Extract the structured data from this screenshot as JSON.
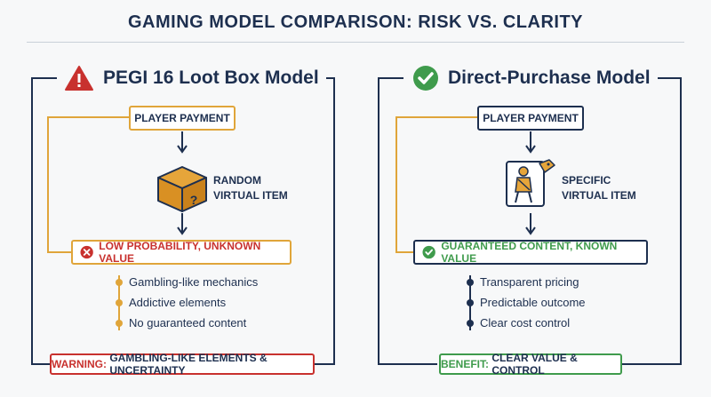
{
  "title": "GAMING MODEL COMPARISON: RISK VS. CLARITY",
  "left": {
    "heading": "PEGI 16 Loot Box Model",
    "icon": "warning-triangle-icon",
    "payment": "PLAYER PAYMENT",
    "item_line1": "RANDOM",
    "item_line2": "VIRTUAL ITEM",
    "item_icon": "mystery-box-icon",
    "result": "LOW PROBABILITY, UNKNOWN VALUE",
    "result_icon": "x-circle-icon",
    "bullets": [
      "Gambling-like mechanics",
      "Addictive elements",
      "No guaranteed content"
    ],
    "footer_key": "WARNING:",
    "footer_text": "GAMBLING-LIKE ELEMENTS & UNCERTAINTY",
    "accent": "#e0a53a",
    "alert": "#c8312e"
  },
  "right": {
    "heading": "Direct-Purchase Model",
    "icon": "check-circle-icon",
    "payment": "PLAYER PAYMENT",
    "item_line1": "SPECIFIC",
    "item_line2": "VIRTUAL ITEM",
    "item_icon": "character-tag-icon",
    "result": "GUARANTEED CONTENT, KNOWN VALUE",
    "result_icon": "check-circle-icon",
    "bullets": [
      "Transparent pricing",
      "Predictable outcome",
      "Clear cost control"
    ],
    "footer_key": "BENEFIT:",
    "footer_text": "CLEAR VALUE & CONTROL",
    "accent": "#1d2f4f",
    "good": "#3f9b4c"
  }
}
